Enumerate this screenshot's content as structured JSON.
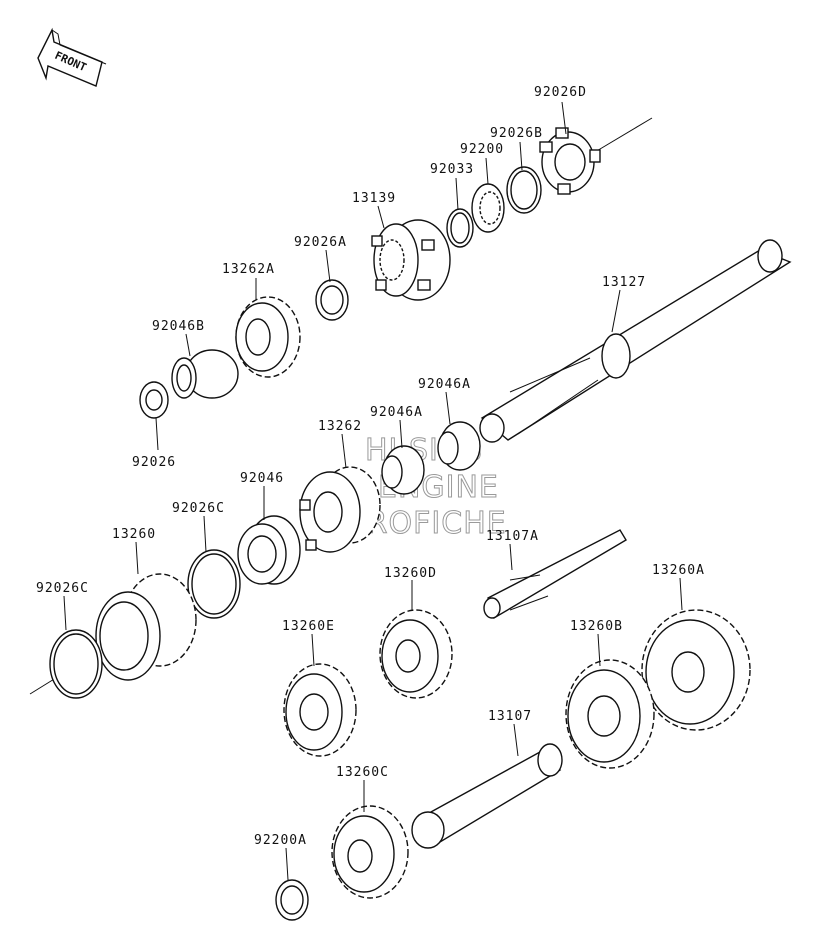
{
  "front_arrow": {
    "label": "FRONT"
  },
  "watermark": {
    "line1": "HI SIDS",
    "line2": "ENGINE",
    "line3": "MICROFICHE"
  },
  "parts": [
    {
      "id": "p_92026D",
      "label": "92026D"
    },
    {
      "id": "p_92026B",
      "label": "92026B"
    },
    {
      "id": "p_92200",
      "label": "92200"
    },
    {
      "id": "p_92033",
      "label": "92033"
    },
    {
      "id": "p_13139",
      "label": "13139"
    },
    {
      "id": "p_92026A",
      "label": "92026A"
    },
    {
      "id": "p_13262A",
      "label": "13262A"
    },
    {
      "id": "p_13127",
      "label": "13127"
    },
    {
      "id": "p_92046B",
      "label": "92046B"
    },
    {
      "id": "p_92046A_1",
      "label": "92046A"
    },
    {
      "id": "p_92046A_2",
      "label": "92046A"
    },
    {
      "id": "p_13262",
      "label": "13262"
    },
    {
      "id": "p_92026",
      "label": "92026"
    },
    {
      "id": "p_92046",
      "label": "92046"
    },
    {
      "id": "p_92026C_1",
      "label": "92026C"
    },
    {
      "id": "p_13260",
      "label": "13260"
    },
    {
      "id": "p_13107A",
      "label": "13107A"
    },
    {
      "id": "p_13260D",
      "label": "13260D"
    },
    {
      "id": "p_13260A",
      "label": "13260A"
    },
    {
      "id": "p_92026C_2",
      "label": "92026C"
    },
    {
      "id": "p_13260E",
      "label": "13260E"
    },
    {
      "id": "p_13260B",
      "label": "13260B"
    },
    {
      "id": "p_13107",
      "label": "13107"
    },
    {
      "id": "p_13260C",
      "label": "13260C"
    },
    {
      "id": "p_92200A",
      "label": "92200A"
    }
  ]
}
